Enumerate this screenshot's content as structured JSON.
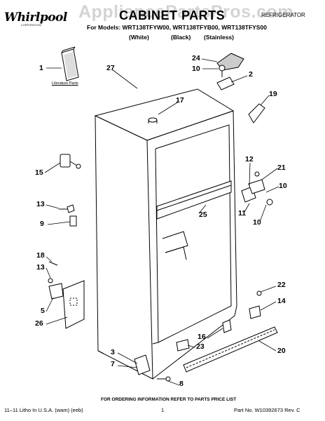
{
  "header": {
    "watermark": "AppliancePartsPros.com",
    "logo_text": "Whirlpool",
    "logo_subtext": "CORPORATION",
    "title": "CABINET PARTS",
    "appliance": "REFRIGERATOR",
    "models_line": "For Models: WRT138TFYW00, WRT138TFYB00, WRT138TFYS00",
    "variants": [
      "(White)",
      "(Black)",
      "(Stainless)"
    ]
  },
  "literature_label": "Literature Parts",
  "callouts": [
    "1",
    "27",
    "17",
    "24",
    "10",
    "2",
    "19",
    "12",
    "21",
    "10",
    "15",
    "13",
    "9",
    "25",
    "11",
    "10",
    "18",
    "13",
    "5",
    "26",
    "22",
    "14",
    "16",
    "23",
    "20",
    "3",
    "7",
    "8"
  ],
  "footer": {
    "note": "FOR ORDERING INFORMATION REFER TO PARTS PRICE LIST",
    "left": "11–11 Litho In U.S.A. (wam) (eeb)",
    "page": "1",
    "right": "Part No. W10392673 Rev. C"
  }
}
